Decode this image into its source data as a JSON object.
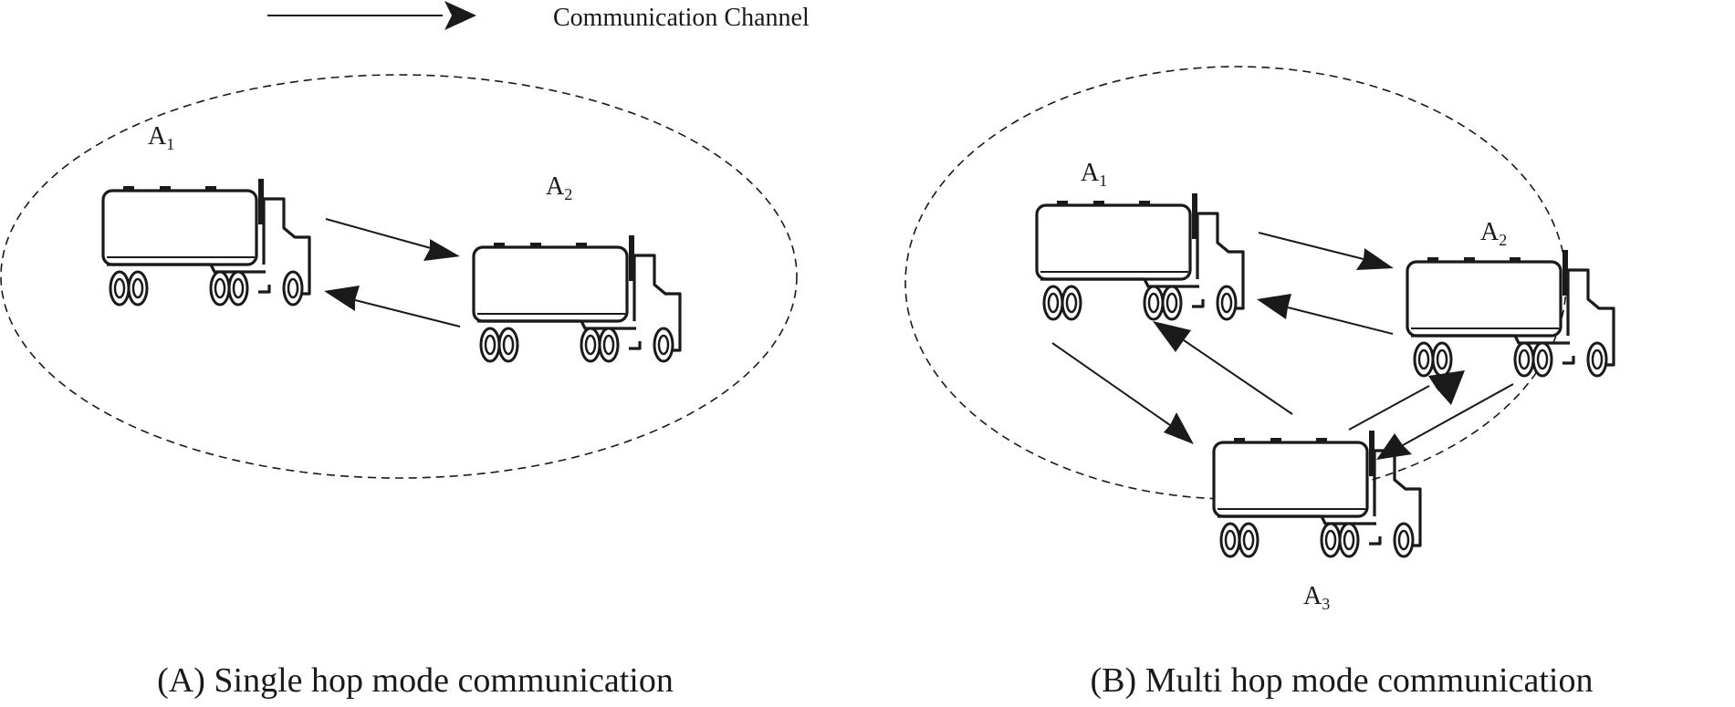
{
  "legend": {
    "label": "Communication Channel"
  },
  "panel_a": {
    "caption": "(A) Single hop mode communication",
    "agents": [
      {
        "letter": "A",
        "sub": "1"
      },
      {
        "letter": "A",
        "sub": "2"
      }
    ]
  },
  "panel_b": {
    "caption": "(B) Multi hop mode communication",
    "agents": [
      {
        "letter": "A",
        "sub": "1"
      },
      {
        "letter": "A",
        "sub": "2"
      },
      {
        "letter": "A",
        "sub": "3"
      }
    ]
  },
  "icons": {
    "agent": "tanker-truck-icon",
    "channel": "arrow-right-icon"
  }
}
